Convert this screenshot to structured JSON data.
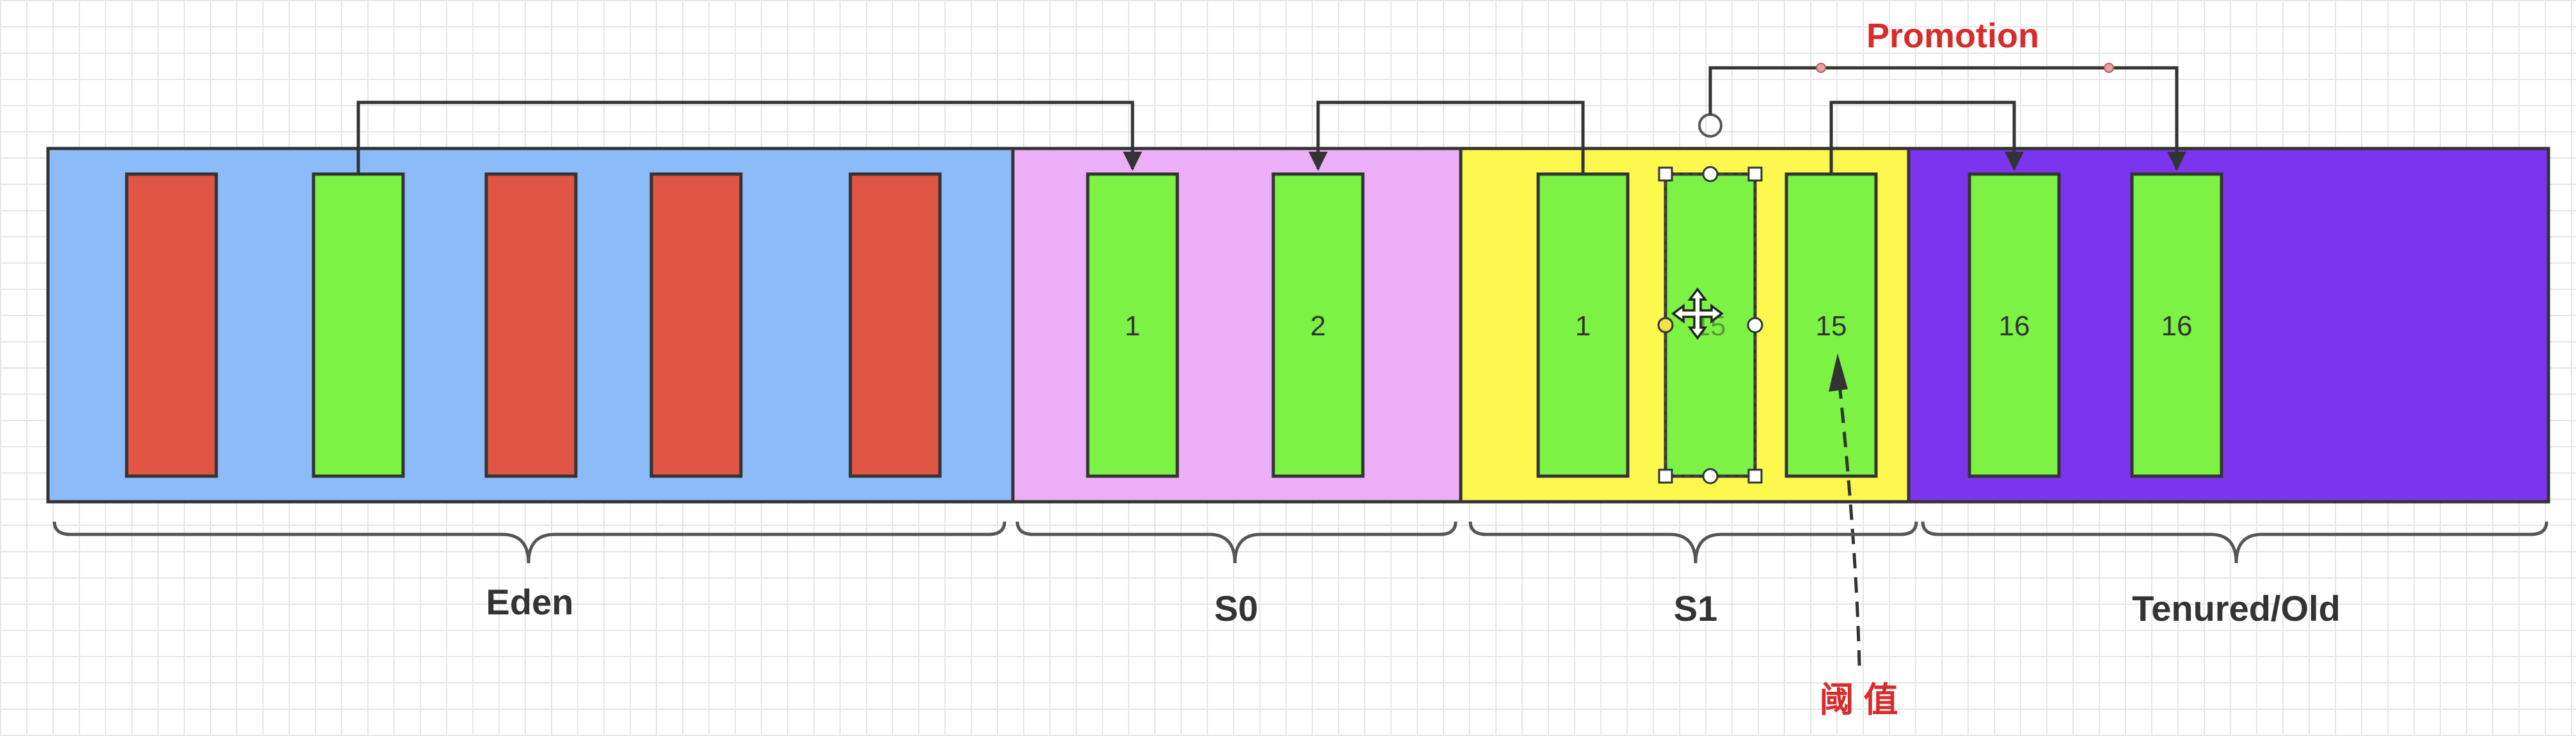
{
  "regions": {
    "eden": {
      "label": "Eden",
      "color": "#8bbbf8"
    },
    "s0": {
      "label": "S0",
      "color": "#ecaef7"
    },
    "s1": {
      "label": "S1",
      "color": "#fdf84d"
    },
    "tenured": {
      "label": "Tenured/Old",
      "color": "#7b35ef"
    }
  },
  "objects": {
    "eden_1": {
      "label": "",
      "color": "#e15544"
    },
    "eden_2": {
      "label": "",
      "color": "#7cf244"
    },
    "eden_3": {
      "label": "",
      "color": "#e15544"
    },
    "eden_4": {
      "label": "",
      "color": "#e15544"
    },
    "eden_5": {
      "label": "",
      "color": "#e15544"
    },
    "s0_1": {
      "label": "1",
      "color": "#7cf244"
    },
    "s0_2": {
      "label": "2",
      "color": "#7cf244"
    },
    "s1_1": {
      "label": "1",
      "color": "#7cf244"
    },
    "s1_2": {
      "label": "15",
      "color": "#7cf244"
    },
    "s1_3": {
      "label": "15",
      "color": "#7cf244"
    },
    "old_1": {
      "label": "16",
      "color": "#7cf244"
    },
    "old_2": {
      "label": "16",
      "color": "#7cf244"
    }
  },
  "annotations": {
    "promotion": "Promotion",
    "threshold": "阈 值"
  }
}
